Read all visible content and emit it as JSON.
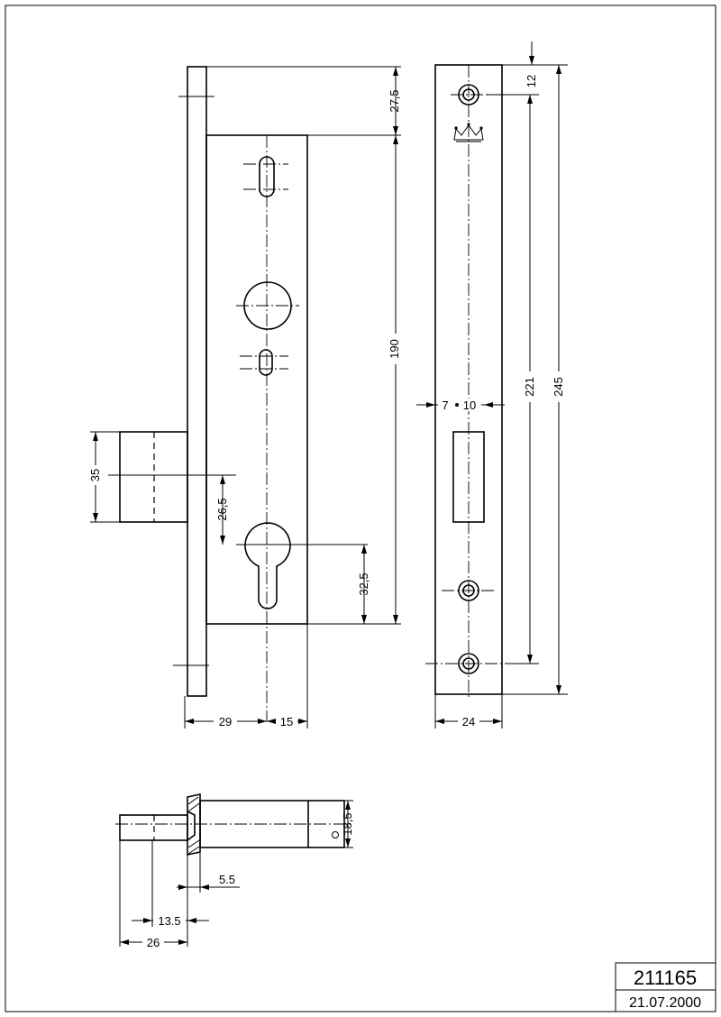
{
  "dimensions": {
    "front_top_offset": "27,5",
    "front_faceplate_height": "190",
    "front_bolt_height": "35",
    "front_cylinder_to_handle": "26,5",
    "front_cylinder_from_bottom": "32,5",
    "front_backset": "29",
    "front_half_width": "15",
    "side_screw_offset": "12",
    "side_screw_spacing": "221",
    "side_total_length": "245",
    "side_bolt_offset_a": "7",
    "side_bolt_offset_b": "10",
    "side_width": "24",
    "bolt_length": "26",
    "bolt_tip": "13.5",
    "bolt_flange": "5.5",
    "bolt_diameter": "18,5"
  },
  "title_block": {
    "part_number": "211165",
    "date": "21.07.2000"
  }
}
